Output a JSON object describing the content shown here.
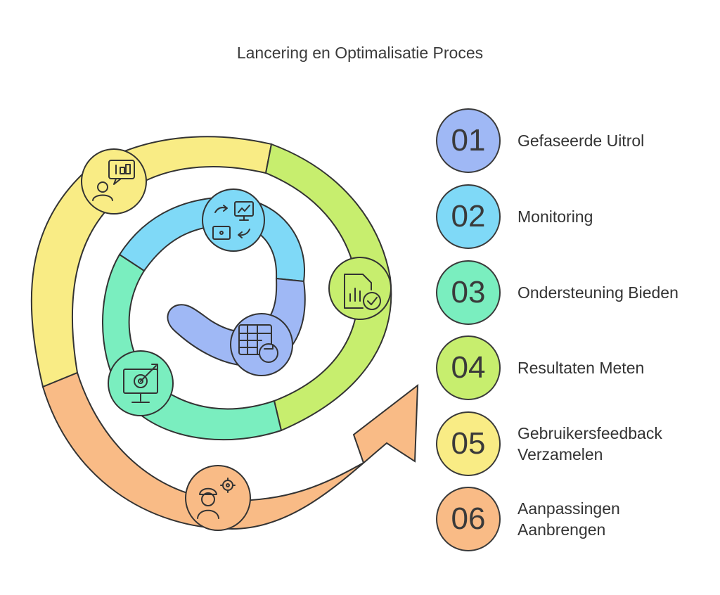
{
  "title": "Lancering en Optimalisatie Proces",
  "steps": [
    {
      "number": "01",
      "label": "Gefaseerde Uitrol",
      "color": "#9fb8f5"
    },
    {
      "number": "02",
      "label": "Monitoring",
      "color": "#7fd9f7"
    },
    {
      "number": "03",
      "label": "Ondersteuning Bieden",
      "color": "#7aeebf"
    },
    {
      "number": "04",
      "label": "Resultaten Meten",
      "color": "#c7ee6e"
    },
    {
      "number": "05",
      "label": "Gebruikersfeedback\nVerzamelen",
      "color": "#f9ec85"
    },
    {
      "number": "06",
      "label": "Aanpassingen\nAanbrengen",
      "color": "#f9bb86"
    }
  ],
  "icons": [
    "feedback-user-icon",
    "report-check-icon",
    "monitoring-icon",
    "spreadsheet-refresh-icon",
    "target-screen-icon",
    "worker-gear-icon"
  ]
}
